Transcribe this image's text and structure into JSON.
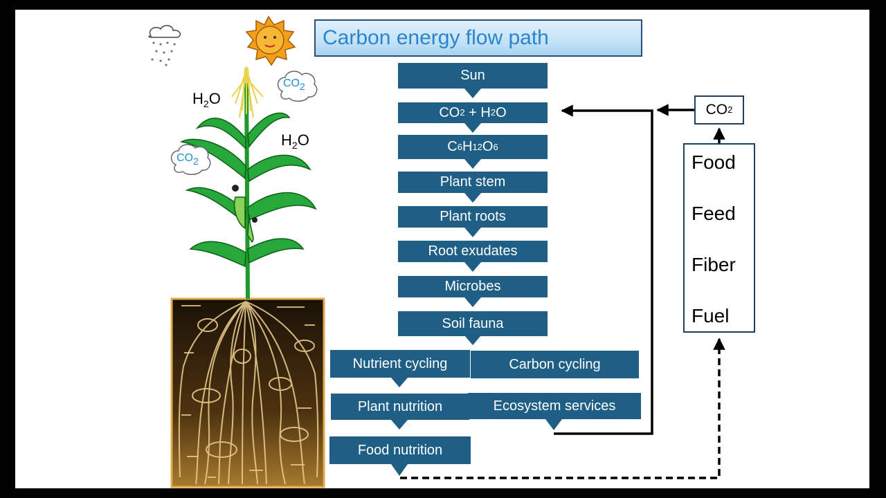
{
  "title": "Carbon energy flow path",
  "flow": {
    "sun": "Sun",
    "co2_h2o": {
      "a": "CO",
      "a_sub": "2",
      "b": " + H",
      "b_sub": "2",
      "c": "O"
    },
    "glucose": {
      "p1": "C",
      "s1": "6",
      "p2": "H",
      "s2": "12",
      "p3": "O",
      "s3": "6"
    },
    "plant_stem": "Plant stem",
    "plant_roots": "Plant roots",
    "root_exudates": "Root exudates",
    "microbes": "Microbes",
    "soil_fauna": "Soil fauna",
    "nutrient_cycling": "Nutrient cycling",
    "carbon_cycling": "Carbon cycling",
    "plant_nutrition": "Plant nutrition",
    "ecosystem_services": "Ecosystem services",
    "food_nutrition": "Food nutrition"
  },
  "co2_output": {
    "main": "CO",
    "sub": "2"
  },
  "uses": [
    "Food",
    "Feed",
    "Fiber",
    "Fuel"
  ],
  "plant_labels": {
    "h2o_left": {
      "main": "H",
      "sub": "2",
      "end": "O"
    },
    "h2o_right": {
      "main": "H",
      "sub": "2",
      "end": "O"
    },
    "cloud_top": {
      "main": "CO",
      "sub": "2"
    },
    "cloud_left": {
      "main": "CO",
      "sub": "2"
    }
  },
  "colors": {
    "box": "#1f5f86",
    "title_text": "#2b84cc",
    "soil": "#5a3a10",
    "leaf": "#1f9a2a"
  }
}
